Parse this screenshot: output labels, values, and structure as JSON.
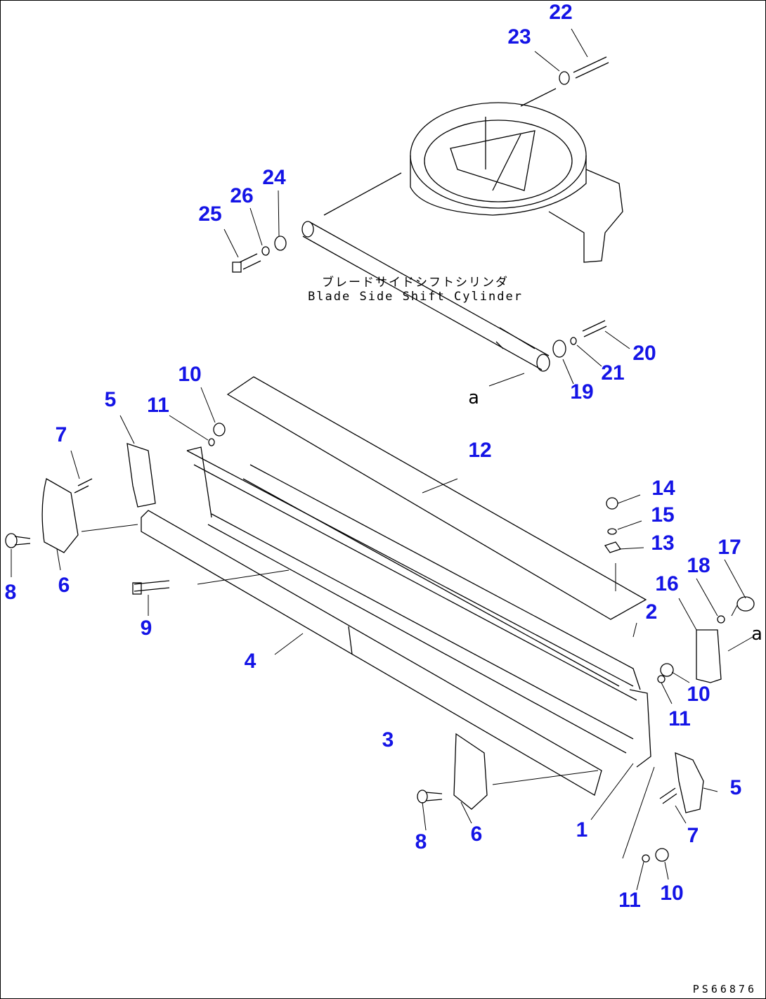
{
  "caption": {
    "jp": "ブレードサイドシフトシリンダ",
    "en": "Blade Side Shift Cylinder"
  },
  "drawing_code": "PS66876",
  "view_marker": "a",
  "labels": [
    "22",
    "23",
    "24",
    "26",
    "25",
    "20",
    "21",
    "19",
    "10",
    "5",
    "11",
    "7",
    "12",
    "14",
    "15",
    "13",
    "17",
    "18",
    "16",
    "8",
    "6",
    "2",
    "9",
    "4",
    "10",
    "11",
    "3",
    "5",
    "1",
    "8",
    "6",
    "7",
    "11",
    "10"
  ],
  "colors": {
    "label": "#1414e6",
    "line": "#000000"
  }
}
